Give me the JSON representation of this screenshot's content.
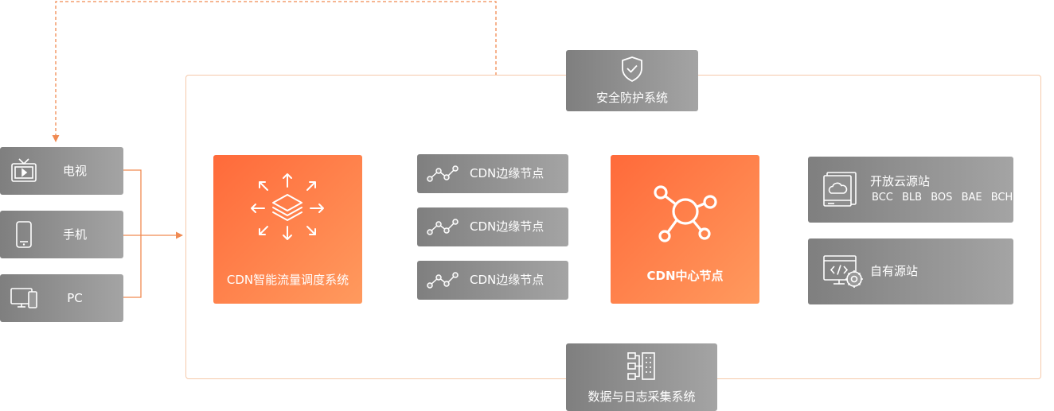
{
  "devices": [
    {
      "label": "电视",
      "icon": "tv-icon"
    },
    {
      "label": "手机",
      "icon": "phone-icon"
    },
    {
      "label": "PC",
      "icon": "monitor-icon"
    }
  ],
  "scheduler": {
    "label": "CDN智能流量调度系统",
    "icon": "layers-arrows-icon"
  },
  "edge_nodes": [
    {
      "label": "CDN边缘节点",
      "icon": "node-chain-icon"
    },
    {
      "label": "CDN边缘节点",
      "icon": "node-chain-icon"
    },
    {
      "label": "CDN边缘节点",
      "icon": "node-chain-icon"
    }
  ],
  "center": {
    "label": "CDN中心节点",
    "icon": "hub-icon"
  },
  "open_origin": {
    "title": "开放云源站",
    "services": [
      "BCC",
      "BLB",
      "BOS",
      "BAE",
      "BCH"
    ],
    "icon": "cloud-server-icon"
  },
  "own_origin": {
    "title": "自有源站",
    "icon": "code-window-gear-icon"
  },
  "security": {
    "label": "安全防护系统",
    "icon": "shield-check-icon"
  },
  "logging": {
    "label": "数据与日志采集系统",
    "icon": "data-grid-icon"
  },
  "colors": {
    "accent": "#ff7a45",
    "line": "#f08a52",
    "gray": "#8e8e8e",
    "frame": "#f6c9aa"
  }
}
